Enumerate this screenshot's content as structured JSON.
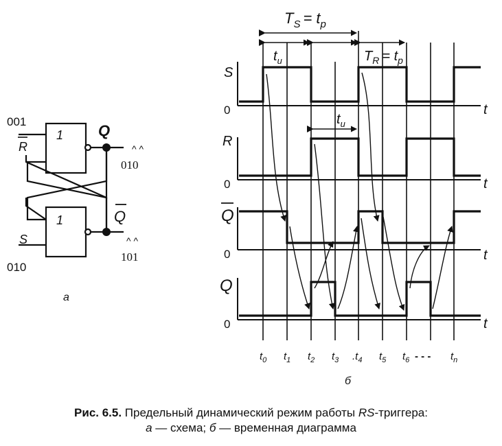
{
  "schematic": {
    "input_r_code": "001",
    "input_r": "R",
    "input_s": "S",
    "input_s_code": "010",
    "gate_top": "1",
    "gate_bottom": "1",
    "out_q": "Q",
    "out_qbar": "Q",
    "q_code": "010",
    "qbar_code": "101",
    "sub_label": "а"
  },
  "timing": {
    "ts_label": "T",
    "ts_sub": "S",
    "ts_eq": "= t",
    "ts_eq_sub": "p",
    "tr_label": "T",
    "tr_sub": "R",
    "tr_eq": "= t",
    "tr_eq_sub": "p",
    "tu_label": "t",
    "tu_sub": "u",
    "tu2_label": "t",
    "tu2_sub": "u",
    "signals": [
      "S",
      "R",
      "Q",
      "Q"
    ],
    "zero": "0",
    "t_axis": "t",
    "ticks": [
      {
        "base": "t",
        "sub": "0"
      },
      {
        "base": "t",
        "sub": "1"
      },
      {
        "base": "t",
        "sub": "2"
      },
      {
        "base": "t",
        "sub": "3"
      },
      {
        "base": ".t",
        "sub": "4"
      },
      {
        "base": "t",
        "sub": "5"
      },
      {
        "base": "t",
        "sub": "6"
      },
      {
        "base": "t",
        "sub": "n"
      }
    ],
    "dashes": "- - -",
    "sub_label": "б"
  },
  "caption": {
    "fig": "Рис. 6.5.",
    "line1_a": " Предельный динамический режим работы ",
    "line1_b": "RS",
    "line1_c": "-триггера:",
    "line2_a": "а",
    "line2_b": " — схема; ",
    "line2_c": "б",
    "line2_d": " — временная диаграмма"
  }
}
